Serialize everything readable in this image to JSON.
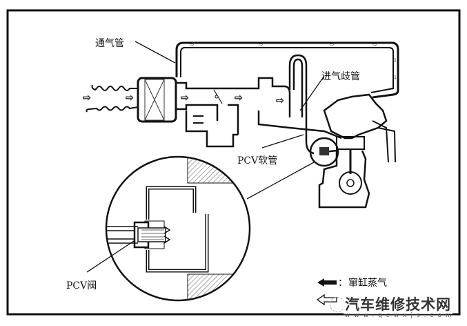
{
  "title": "PCV system diagram",
  "labels": {
    "breather_hose": "通气管",
    "intake_manifold": "进气歧管",
    "pcv_hose": "PCV软管",
    "pcv_valve": "PCV阀"
  },
  "legend": {
    "items": [
      {
        "icon": "solid-arrow-left-icon",
        "label": "窜缸蒸气"
      },
      {
        "icon": "hollow-arrow-left-icon",
        "label": ""
      }
    ],
    "separator": "："
  },
  "watermark": {
    "name": "汽车维修技术网",
    "url": "www.qcwxjs.com"
  },
  "colors": {
    "line": "#111111",
    "background": "#ffffff",
    "hatch": "#555555"
  }
}
